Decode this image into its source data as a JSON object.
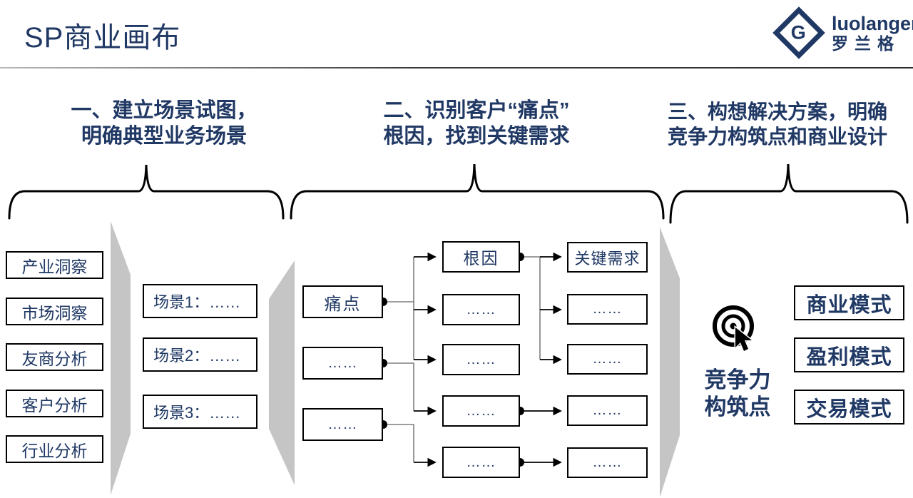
{
  "slide": {
    "title": "SP商业画布",
    "logo": {
      "brand": "luolanger",
      "brand_cn": "罗兰格",
      "monogram": "G"
    },
    "colors": {
      "accent": "#1F3864",
      "panel_gray": "#C5C5C5",
      "line_black": "#000000"
    }
  },
  "sections": [
    {
      "title_lines": [
        "一、建立场景试图，",
        "明确典型业务场景"
      ]
    },
    {
      "title_lines": [
        "二、识别客户“痛点”",
        "根因，找到关键需求"
      ]
    },
    {
      "title_lines": [
        "三、构想解决方案，明确",
        "竞争力构筑点和商业设计"
      ]
    }
  ],
  "inputs": {
    "items": [
      "产业洞察",
      "市场洞察",
      "友商分析",
      "客户分析",
      "行业分析"
    ]
  },
  "scenarios": {
    "items": [
      "场景1：……",
      "场景2：……",
      "场景3：……"
    ]
  },
  "tree": {
    "pain_points": [
      "痛点",
      "……",
      "……"
    ],
    "root_causes": [
      "根因",
      "……",
      "……",
      "……",
      "……"
    ],
    "key_needs": [
      "关键需求",
      "……",
      "……",
      "……",
      "……"
    ]
  },
  "outcome": {
    "icon": "target-click-icon",
    "label_lines": [
      "竞争力",
      "构筑点"
    ],
    "models": [
      "商业模式",
      "盈利模式",
      "交易模式"
    ]
  }
}
